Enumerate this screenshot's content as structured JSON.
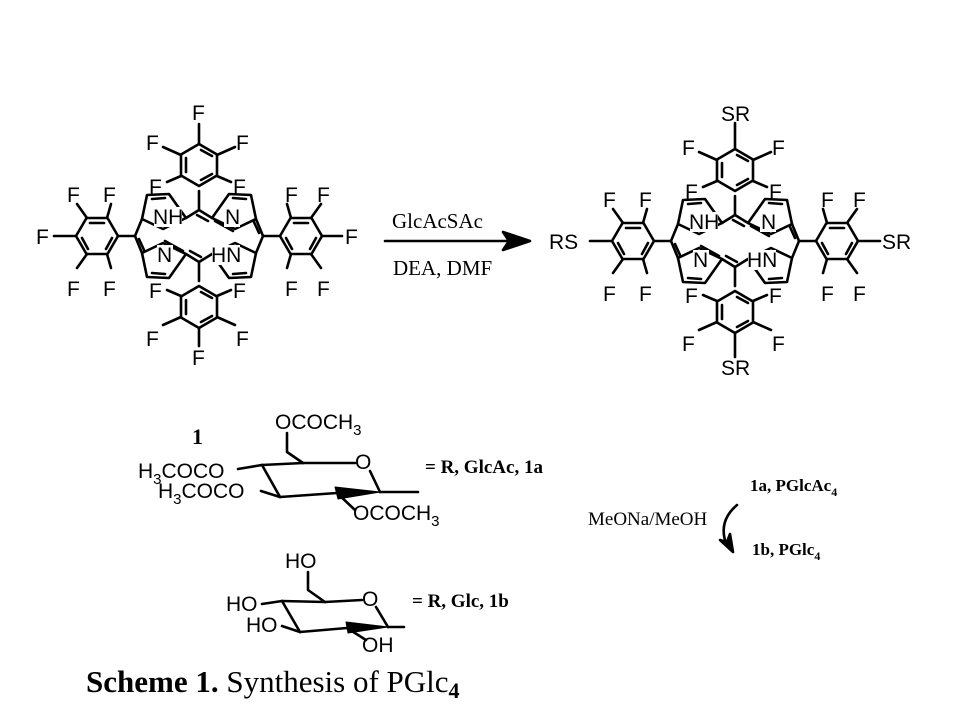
{
  "caption": {
    "label": "Scheme 1.",
    "text": "Synthesis of PGlc",
    "subscript": "4"
  },
  "reaction": {
    "reagent_above": "GlcAcSAc",
    "reagent_below": "DEA, DMF",
    "compound_number": "1"
  },
  "atoms": {
    "fluorine": "F",
    "nh": "NH",
    "hn": "HN",
    "n": "N",
    "sr_substituent": "SR",
    "rs_substituent": "RS",
    "ring_oxygen": "O"
  },
  "glcac": {
    "top_group": "OCOCH",
    "top_group_sub": "3",
    "left_group_1_pre": "H",
    "left_group_1_sub": "3",
    "left_group_1_post": "COCO",
    "left_group_2_pre": "H",
    "left_group_2_sub": "3",
    "left_group_2_post": "COCO",
    "bottom_group": "OCOCH",
    "bottom_group_sub": "3",
    "label": "= R, GlcAc, 1a"
  },
  "glc": {
    "ho_top": "HO",
    "ho_left_1": "HO",
    "ho_left_2": "HO",
    "oh_bottom": "OH",
    "label": "= R, Glc, 1b"
  },
  "deprotection": {
    "reagent": "MeONa/MeOH",
    "start_label": "1a, PGlcAc",
    "start_label_sub": "4",
    "end_label": "1b, PGlc",
    "end_label_sub": "4"
  }
}
